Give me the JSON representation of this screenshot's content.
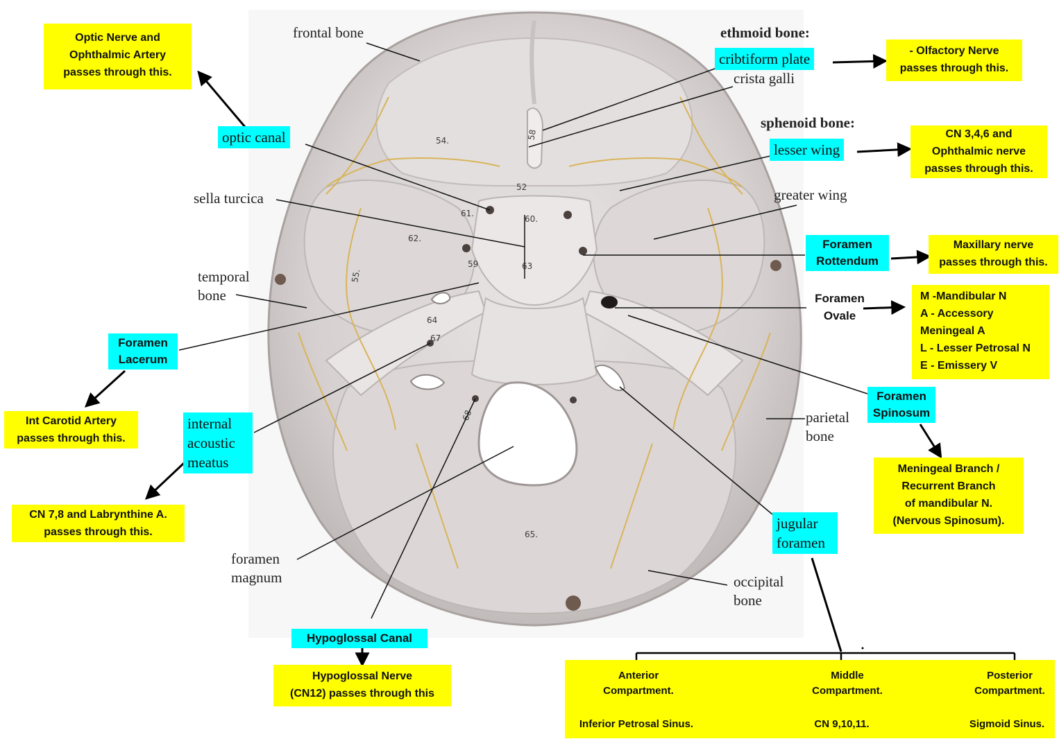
{
  "bone_labels": {
    "frontal": "frontal bone",
    "ethmoid_heading": "ethmoid bone:",
    "crista_galli": "crista galli",
    "sphenoid_heading": "sphenoid bone:",
    "greater_wing": "greater wing",
    "sella_turcica": "sella turcica",
    "temporal": "temporal\nbone",
    "parietal": "parietal\nbone",
    "foramen_magnum": "foramen\nmagnum",
    "occipital": "occipital\nbone",
    "foramen_ovale": "Foramen\nOvale"
  },
  "highlight_labels": {
    "cribriform_plate": "cribtiform plate",
    "optic_canal": "optic canal",
    "lesser_wing": "lesser wing",
    "foramen_rotundum": "Foramen\nRottendum",
    "foramen_lacerum": "Foramen\nLacerum",
    "internal_acoustic_meatus": "internal\nacoustic\nmeatus",
    "foramen_spinosum": "Foramen\nSpinosum",
    "jugular_foramen": "jugular\nforamen",
    "hypoglossal_canal": "Hypoglossal Canal"
  },
  "notes": {
    "optic": "Optic Nerve and\nOphthalmic Artery\npasses through this.",
    "olfactory": "- Olfactory Nerve\npasses through this.",
    "lesser_wing": "CN 3,4,6 and\nOphthalmic nerve\npasses through this.",
    "rotundum": "Maxillary nerve\npasses through this.",
    "ovale": "M -Mandibular N\nA - Accessory\n      Meningeal A\nL - Lesser Petrosal N\nE - Emissery V",
    "lacerum": "Int Carotid Artery\npasses through this.",
    "acoustic": "CN 7,8 and Labrynthine A.\npasses through this.",
    "spinosum": "Meningeal Branch /\nRecurrent Branch\nof mandibular N.\n(Nervous Spinosum).",
    "hypoglossal": "Hypoglossal Nerve\n(CN12) passes through this"
  },
  "jugular_compartments": [
    {
      "name": "Anterior\nCompartment.",
      "content": "Inferior Petrosal Sinus."
    },
    {
      "name": "Middle\nCompartment.",
      "content": "CN 9,10,11."
    },
    {
      "name": "Posterior\nCompartment.",
      "content": "Sigmoid Sinus."
    }
  ],
  "specimen_marks": [
    "54.",
    "58",
    "52",
    "61.",
    "60.",
    "62.",
    "59",
    "63",
    "55.",
    "64",
    "67",
    "68",
    "65."
  ],
  "colors": {
    "highlight": "#00ffff",
    "note": "#ffff00",
    "bone": "#d9d4d3",
    "suture": "#d9b45a"
  }
}
